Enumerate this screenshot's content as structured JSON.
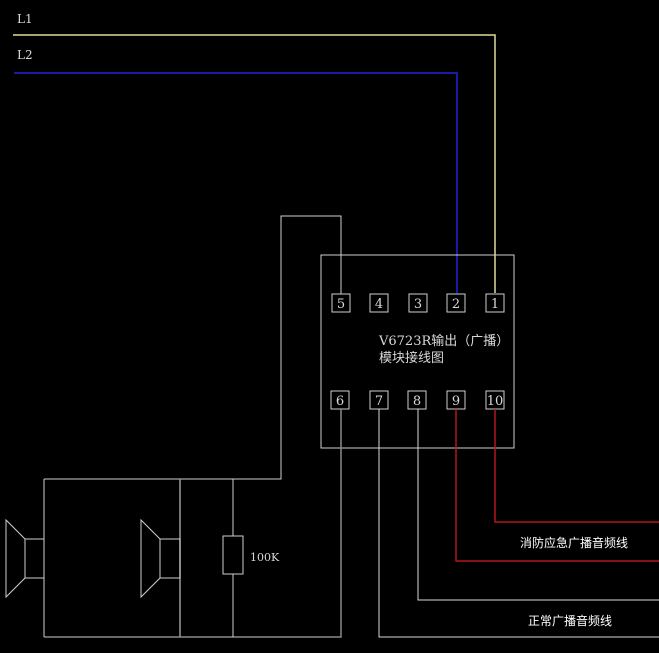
{
  "lines": {
    "l1_label": "L1",
    "l2_label": "L2"
  },
  "module": {
    "title_line1": "V6723R输出（广播）",
    "title_line2": "模块接线图",
    "pins_top": [
      "5",
      "4",
      "3",
      "2",
      "1"
    ],
    "pins_bottom": [
      "6",
      "7",
      "8",
      "9",
      "10"
    ]
  },
  "resistor": {
    "label": "100K"
  },
  "annotations": {
    "emergency_line": "消防应急广播音频线",
    "normal_line": "正常广播音频线"
  },
  "colors": {
    "background": "#000000",
    "l1_wire": "#e0dc9a",
    "l2_wire": "#1a1aa8",
    "emergency_wire": "#b01818",
    "normal_wire": "#d8d8d8"
  }
}
